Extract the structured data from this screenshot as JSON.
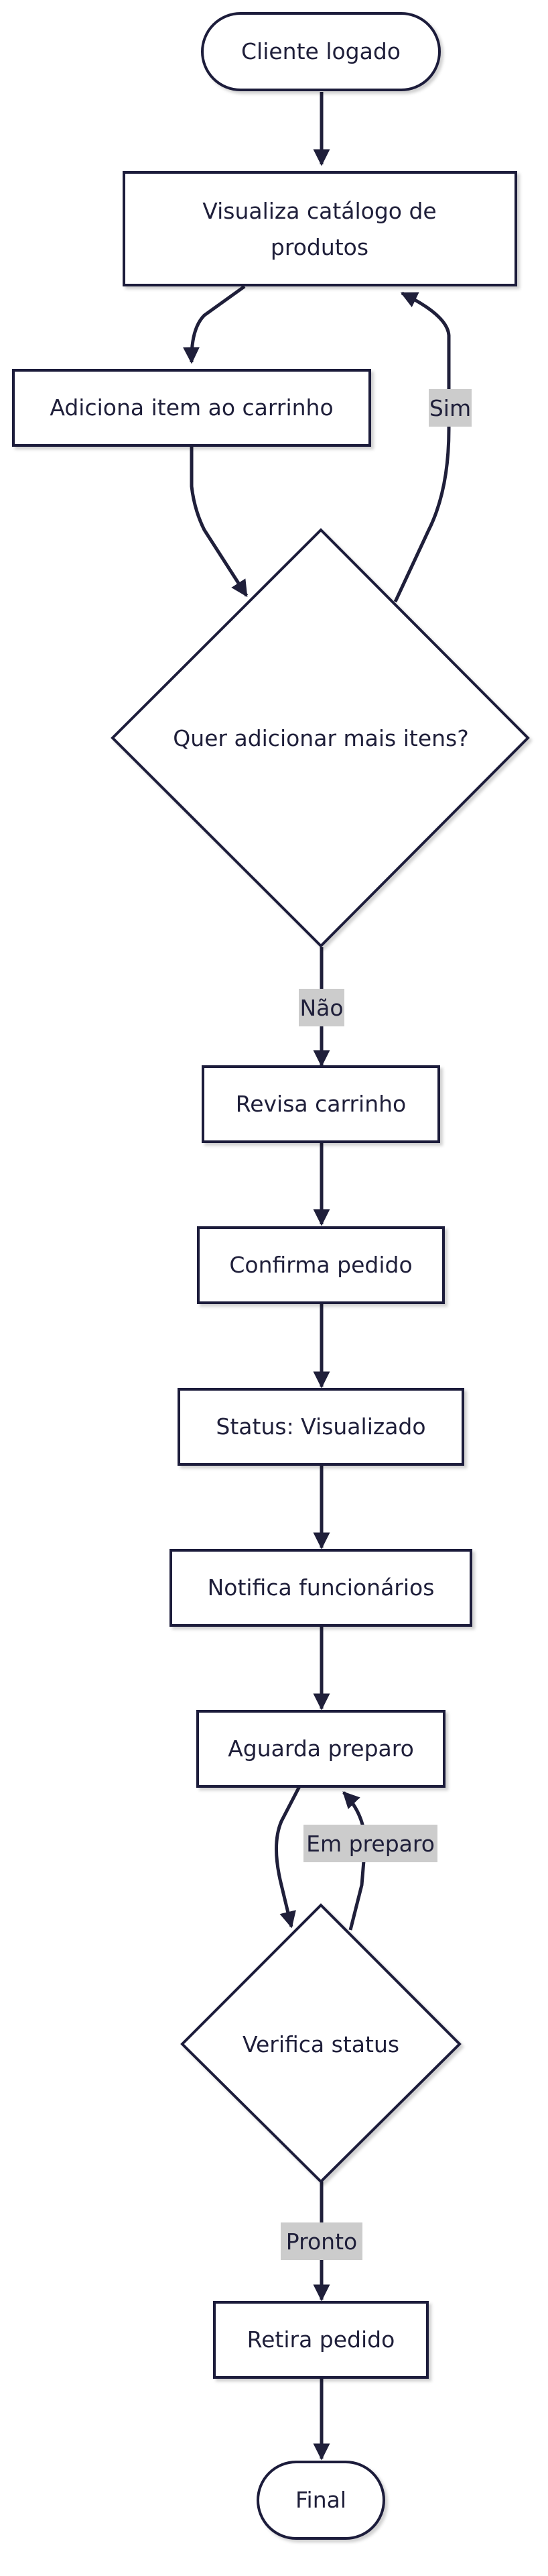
{
  "nodes": {
    "start": {
      "label": "Cliente logado"
    },
    "catalog": {
      "label_lines": [
        "Visualiza catálogo de",
        "produtos"
      ]
    },
    "add_item": {
      "label": "Adiciona item ao carrinho"
    },
    "more_items": {
      "label": "Quer adicionar mais itens?"
    },
    "review_cart": {
      "label": "Revisa carrinho"
    },
    "confirm_order": {
      "label": "Confirma pedido"
    },
    "status_viewed": {
      "label": "Status: Visualizado"
    },
    "notify_staff": {
      "label": "Notifica funcionários"
    },
    "await_prep": {
      "label": "Aguarda preparo"
    },
    "check_status": {
      "label": "Verifica status"
    },
    "pickup": {
      "label": "Retira pedido"
    },
    "end": {
      "label": "Final"
    }
  },
  "edge_labels": {
    "yes": "Sim",
    "no": "Não",
    "in_prep": "Em preparo",
    "ready": "Pronto"
  },
  "colors": {
    "stroke": "#1f1f3a",
    "fill": "#ffffff",
    "label_bg": "#cccccc"
  }
}
